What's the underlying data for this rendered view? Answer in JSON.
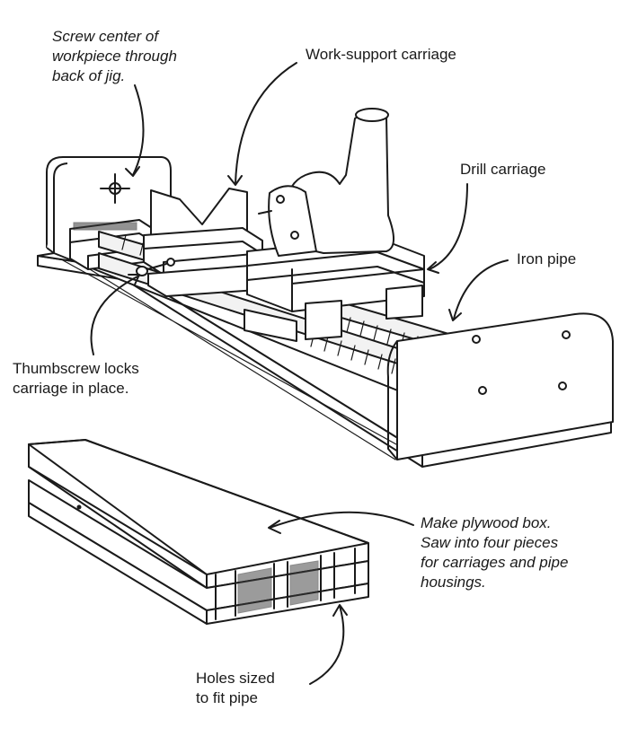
{
  "labels": {
    "screw_center": [
      "Screw center of",
      "workpiece through",
      "back of jig."
    ],
    "work_support": "Work-support carriage",
    "drill_carriage": "Drill carriage",
    "iron_pipe": "Iron pipe",
    "thumbscrew": [
      "Thumbscrew locks",
      "carriage in place."
    ],
    "plywood_box": [
      "Make plywood box.",
      "Saw into four pieces",
      "for carriages and pipe",
      "housings."
    ],
    "holes": [
      "Holes sized",
      "to fit pipe"
    ]
  }
}
